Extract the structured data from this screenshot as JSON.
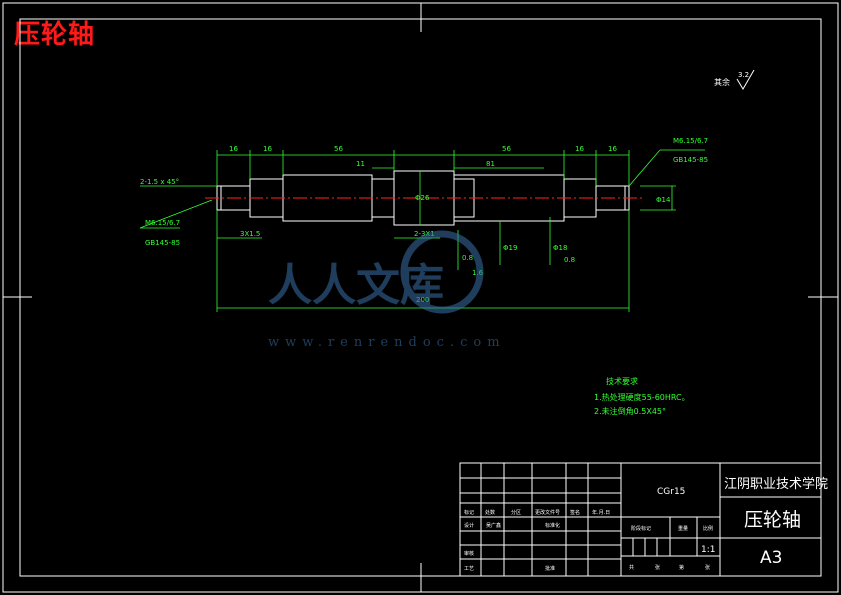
{
  "header": {
    "title": "压轮轴"
  },
  "corner_note": "其余",
  "roughness_symbol": "3.2",
  "dimensions": {
    "d16_left": "16",
    "d16_left2": "16",
    "d56_top": "56",
    "d11": "11",
    "d56_right": "56",
    "d81": "81",
    "d16_right": "16",
    "d16_right2": "16",
    "d200": "200",
    "chamfer_left": "2-1.5 x 45°",
    "thread_left": "M6.15/6.7",
    "std_left": "GB145-85",
    "groove_left": "3X1.5",
    "groove_mid": "2-3X1",
    "thread_right": "M6.15/6.7",
    "std_right": "GB145-85",
    "dia_mid": "Φ26",
    "dia_right": "Φ14",
    "tol_a": "Φ19",
    "tol_b": "Φ18",
    "ra_a": "0.8",
    "ra_b": "1.6",
    "ra_c": "0.8"
  },
  "tech_req": {
    "heading": "技术要求",
    "item1": "1.热处理硬度55-60HRC。",
    "item2": "2.未注倒角0.5X45°"
  },
  "watermark": {
    "brand": "人人文库",
    "url": "www.renrendoc.com"
  },
  "title_block": {
    "material": "CGr15",
    "school": "江阴职业技术学院",
    "part_name": "压轮轴",
    "size": "A3",
    "scale": "1:1",
    "labels": {
      "mark": "标记",
      "count": "处数",
      "zone": "分区",
      "doc_no": "更改文件号",
      "sign": "签名",
      "date": "年.月.日",
      "design": "设计",
      "designer": "吴广鑫",
      "std": "标准化",
      "review": "审核",
      "process": "工艺",
      "approve": "批准",
      "stage_mark": "阶段标记",
      "weight": "重量",
      "ratio": "比例",
      "total": "共",
      "sheet": "张",
      "page": "第",
      "page_sheet": "张"
    }
  }
}
